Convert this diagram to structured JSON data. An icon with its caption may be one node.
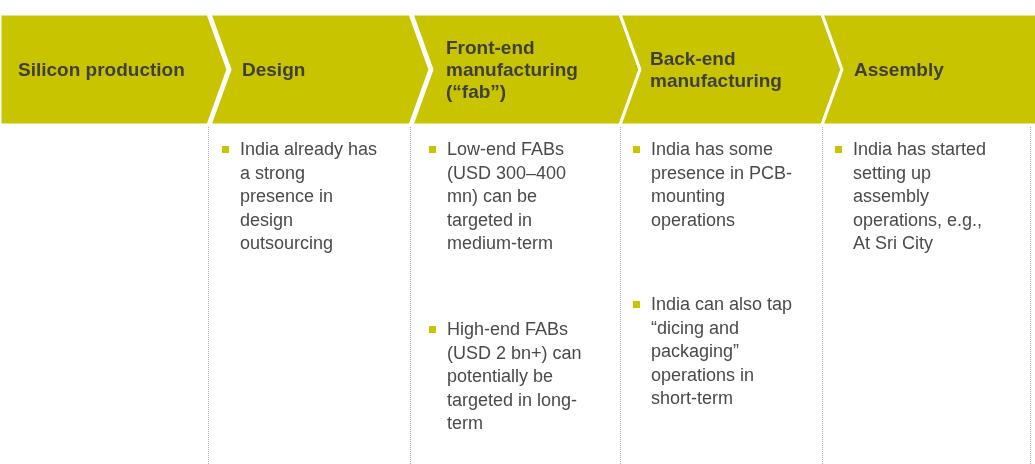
{
  "diagram": {
    "nodes": [
      {
        "text": [
          "Silicon production"
        ]
      },
      {
        "text": [
          "Design"
        ]
      },
      {
        "text": [
          "Front-end manufacturing (“fab”)"
        ]
      },
      {
        "text": [
          "Back-end manufacturing"
        ]
      },
      {
        "text": [
          "Assembly"
        ]
      }
    ],
    "labels": [
      "India already has a strong presence in design outsourcing",
      "Low-end FABs (USD 300–400 mn) can be targeted in medium-term",
      "High-end FABs (USD 2 bn+) can potentially be targeted in long-term",
      "India has some presence in PCB-mounting operations",
      "India can also tap “dicing and packaging” operations in short-term",
      "India has started setting up assembly operations, e.g., At Sri City"
    ]
  }
}
